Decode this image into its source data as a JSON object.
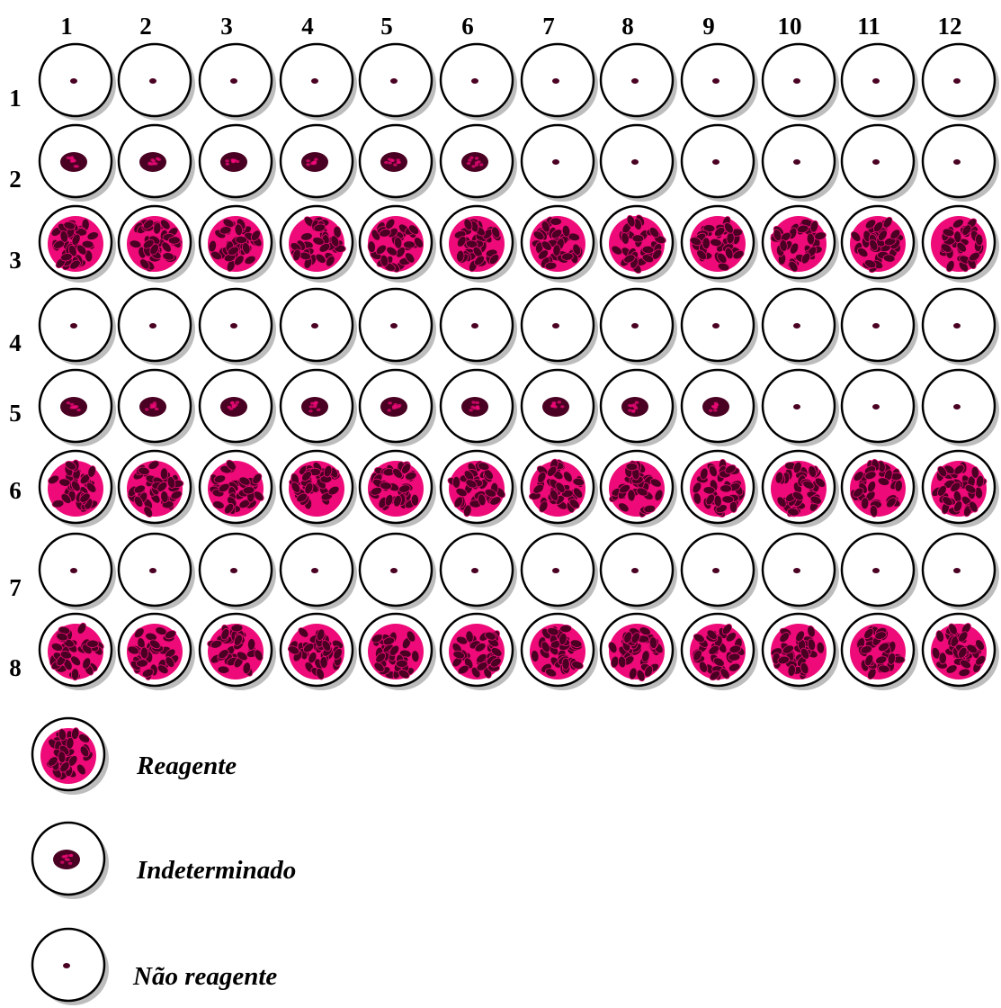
{
  "plate": {
    "column_labels": [
      "1",
      "2",
      "3",
      "4",
      "5",
      "6",
      "7",
      "8",
      "9",
      "10",
      "11",
      "12"
    ],
    "row_labels": [
      "1",
      "2",
      "3",
      "4",
      "5",
      "6",
      "7",
      "8"
    ],
    "rows": [
      [
        "N",
        "N",
        "N",
        "N",
        "N",
        "N",
        "N",
        "N",
        "N",
        "N",
        "N",
        "N"
      ],
      [
        "I",
        "I",
        "I",
        "I",
        "I",
        "I",
        "N",
        "N",
        "N",
        "N",
        "N",
        "N"
      ],
      [
        "R",
        "R",
        "R",
        "R",
        "R",
        "R",
        "R",
        "R",
        "R",
        "R",
        "R",
        "R"
      ],
      [
        "N",
        "N",
        "N",
        "N",
        "N",
        "N",
        "N",
        "N",
        "N",
        "N",
        "N",
        "N"
      ],
      [
        "I",
        "I",
        "I",
        "I",
        "I",
        "I",
        "I",
        "I",
        "I",
        "N",
        "N",
        "N"
      ],
      [
        "R",
        "R",
        "R",
        "R",
        "R",
        "R",
        "R",
        "R",
        "R",
        "R",
        "R",
        "R"
      ],
      [
        "N",
        "N",
        "N",
        "N",
        "N",
        "N",
        "N",
        "N",
        "N",
        "N",
        "N",
        "N"
      ],
      [
        "R",
        "R",
        "R",
        "R",
        "R",
        "R",
        "R",
        "R",
        "R",
        "R",
        "R",
        "R"
      ]
    ]
  },
  "legend": {
    "items": [
      {
        "code": "R",
        "label": "Reagente"
      },
      {
        "code": "I",
        "label": "Indeterminado"
      },
      {
        "code": "N",
        "label": "Não reagente"
      }
    ]
  },
  "colors": {
    "background": "#ffffff",
    "well_outline": "#000000",
    "well_shadow": "#bdbdbd",
    "reactive_fill": "#ee0a78",
    "cell_dark": "#4a0022"
  }
}
